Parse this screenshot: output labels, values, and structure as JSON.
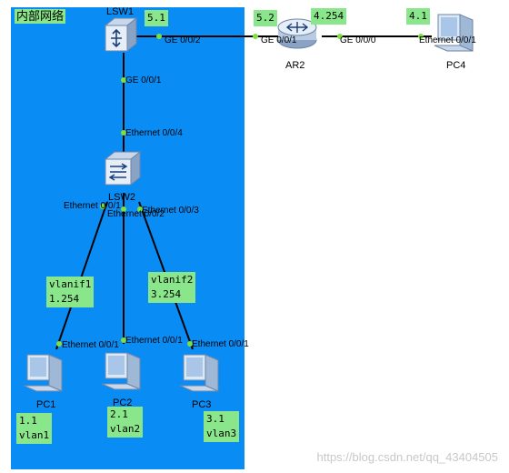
{
  "zone": {
    "title": "内部网络"
  },
  "devices": {
    "lsw1": "LSW1",
    "lsw2": "LSW2",
    "ar2": "AR2",
    "pc1": "PC1",
    "pc2": "PC2",
    "pc3": "PC3",
    "pc4": "PC4"
  },
  "ports": {
    "lsw1_ge002": "GE 0/0/2",
    "lsw1_ge001": "GE 0/0/1",
    "lsw2_eth004": "Ethernet 0/0/4",
    "lsw2_eth001": "Ethernet 0/0/1",
    "lsw2_eth002": "Ethernet 0/0/2",
    "lsw2_eth003": "Ethernet 0/0/3",
    "ar2_ge001": "GE 0/0/1",
    "ar2_ge000": "GE 0/0/0",
    "pc4_eth": "Ethernet 0/0/1",
    "pc1_eth": "Ethernet 0/0/1",
    "pc2_eth": "Ethernet 0/0/1",
    "pc3_eth": "Ethernet 0/0/1"
  },
  "notes": {
    "lsw1_ip": "5.1",
    "ar2_ip_left": "5.2",
    "ar2_ip_right": "4.254",
    "pc4_ip": "4.1",
    "vlanif1": "vlanif1\n1.254",
    "vlanif2": "vlanif2\n3.254",
    "pc1_info": "1.1\nvlan1",
    "pc2_info": "2.1\nvlan2",
    "pc3_info": "3.1\nvlan3"
  },
  "watermark": "https://blog.csdn.net/qq_43404505",
  "colors": {
    "zone": "#0a8cf5",
    "note": "#8ae68a",
    "link": "#000000",
    "port_dot": "#7ee03c"
  }
}
